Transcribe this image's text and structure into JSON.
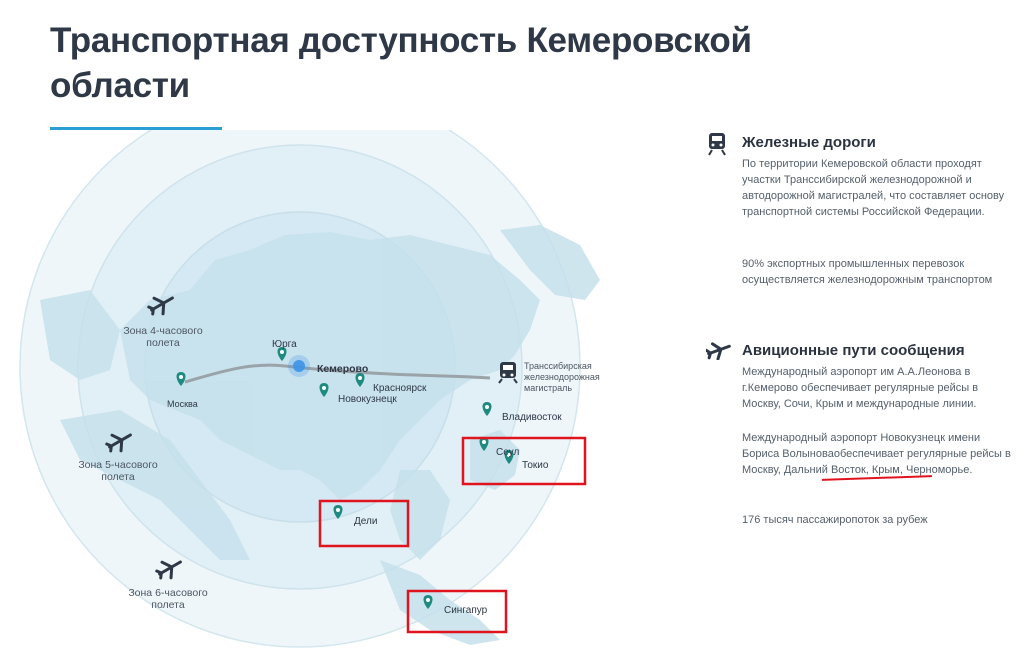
{
  "page": {
    "title": "Транспортная доступность Кемеровской области"
  },
  "map": {
    "zones": [
      {
        "label_line1": "Зона 4-часового",
        "label_line2": "полета",
        "icon": "airplane-icon"
      },
      {
        "label_line1": "Зона 5-часового",
        "label_line2": "полета",
        "icon": "airplane-icon"
      },
      {
        "label_line1": "Зона 6-часового",
        "label_line2": "полета",
        "icon": "airplane-icon"
      }
    ],
    "cities": {
      "yurga": "Юрга",
      "kemerovo": "Кемерово",
      "krasnoyarsk": "Красноярск",
      "novokuznetsk": "Новокузнецк",
      "moscow": "Москва",
      "vladivostok": "Владивосток",
      "seoul": "Сеул",
      "tokyo": "Токио",
      "delhi": "Дели",
      "singapore": "Сингапур"
    },
    "railway_label": {
      "line1": "Транссибирская",
      "line2": "железнодорожная",
      "line3": "магистраль",
      "icon": "train-icon"
    },
    "colors": {
      "zone_fill": "#dbeef5",
      "land": "#c4e0ec",
      "marker": "#1f8a80",
      "highlight_box": "#e0141e",
      "railway_line": "#9aa3a8",
      "kemerovo_dot": "#3b93e6"
    }
  },
  "sidebar": {
    "railways": {
      "heading": "Железные дороги",
      "icon": "train-icon",
      "paragraph1": "По территории Кемеровской области проходят участки Транссибирской железнодорожной и автодорожной магистралей, что составляет основу транспортной системы Российской Федерации.",
      "paragraph2": "90% экспортных промышленных перевозок осуществляется железнодорожным транспортом"
    },
    "aviation": {
      "heading": "Авиционные пути сообщения",
      "icon": "airplane-icon",
      "paragraph1": "Международный аэропорт им А.А.Леонова в г.Кемерово обеспечивает регулярные рейсы в Москву, Сочи, Крым и международные линии.",
      "paragraph2": "Международный аэропорт Новокузнецк имени Бориса Волыноваобеспечивает регулярные рейсы в Москву, Дальний Восток, Крым, Черноморье.",
      "paragraph3": "176 тысяч пассажиропоток за рубеж"
    }
  }
}
